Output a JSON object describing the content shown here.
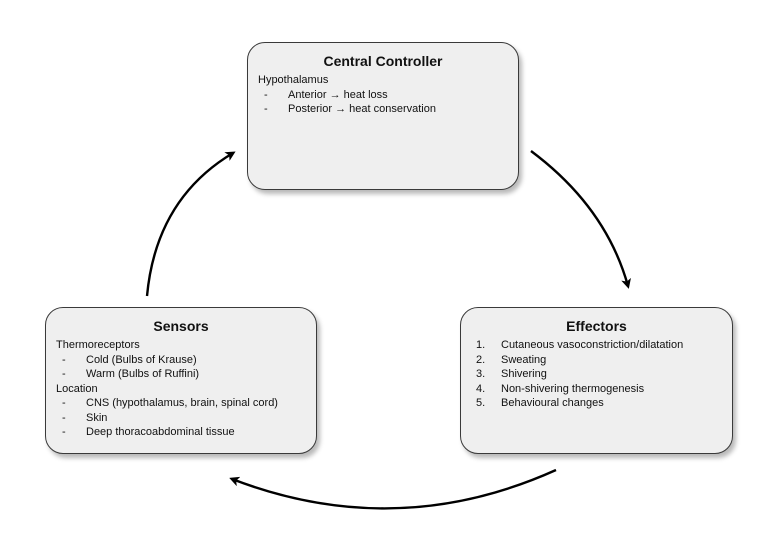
{
  "controller": {
    "title": "Central Controller",
    "sections": [
      {
        "heading": "Hypothalamus",
        "items": [
          "Anterior →  heat loss",
          "Posterior → heat conservation"
        ]
      }
    ]
  },
  "sensors": {
    "title": "Sensors",
    "sections": [
      {
        "heading": "Thermoreceptors",
        "items": [
          "Cold (Bulbs of Krause)",
          "Warm (Bulbs of Ruffini)"
        ]
      },
      {
        "heading": "Location",
        "items": [
          "CNS (hypothalamus, brain, spinal cord)",
          "Skin",
          "Deep thoracoabdominal tissue"
        ]
      }
    ]
  },
  "effectors": {
    "title": "Effectors",
    "items": [
      "Cutaneous vasoconstriction/dilatation",
      "Sweating",
      "Shivering",
      "Non-shivering thermogenesis",
      "Behavioural changes"
    ]
  },
  "markers": {
    "dash": "-",
    "numbers": [
      "1.",
      "2.",
      "3.",
      "4.",
      "5."
    ]
  }
}
